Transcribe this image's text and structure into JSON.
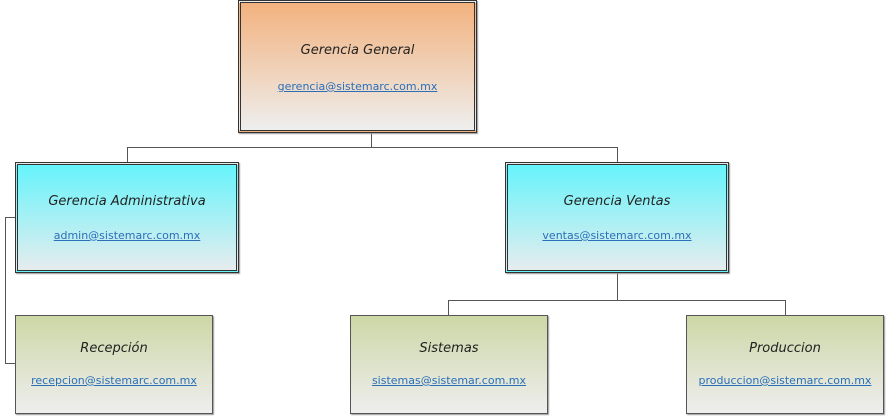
{
  "nodes": {
    "general": {
      "title": "Gerencia General",
      "email": "gerencia@sistemarc.com.mx"
    },
    "admin": {
      "title": "Gerencia Administrativa",
      "email": "admin@sistemarc.com.mx"
    },
    "ventas": {
      "title": "Gerencia Ventas",
      "email": "ventas@sistemarc.com.mx"
    },
    "recepcion": {
      "title": "Recepción",
      "email": "recepcion@sistemarc.com.mx"
    },
    "sistemas": {
      "title": "Sistemas",
      "email": "sistemas@sistemar.com.mx"
    },
    "produccion": {
      "title": "Produccion",
      "email": "produccion@sistemarc.com.mx"
    }
  }
}
